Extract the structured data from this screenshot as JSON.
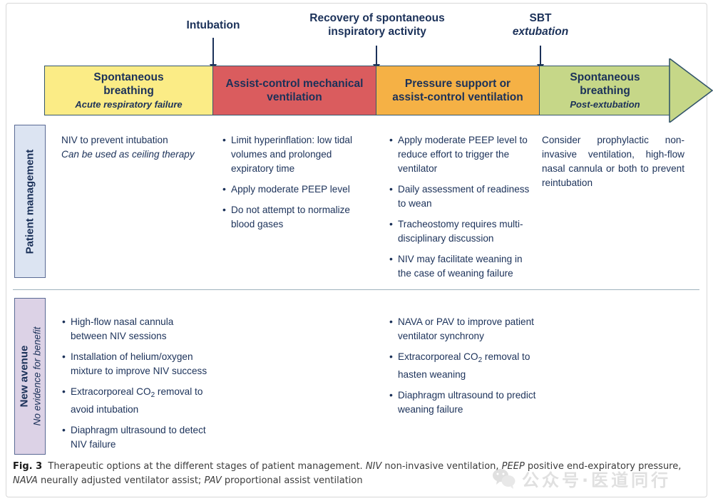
{
  "figure": {
    "id": "Fig. 3",
    "caption_main": "Therapeutic options at the different stages of patient management.",
    "abbrev_niv_term": "NIV",
    "abbrev_niv_def": "non-invasive ventilation,",
    "abbrev_peep_term": "PEEP",
    "abbrev_peep_def": "positive end-expiratory pressure,",
    "abbrev_nava_term": "NAVA",
    "abbrev_nava_def": "neurally adjusted ventilator assist;",
    "abbrev_pav_term": "PAV",
    "abbrev_pav_def": "proportional assist ventilation"
  },
  "watermark": {
    "text": "公众号·医道同行"
  },
  "markers": [
    {
      "id": "intubation",
      "label": "Intubation",
      "sub": ""
    },
    {
      "id": "recovery",
      "label": "Recovery of spontaneous",
      "label2": "inspiratory activity",
      "sub": ""
    },
    {
      "id": "sbt",
      "label": "SBT",
      "sub": "extubation"
    }
  ],
  "banner": {
    "segments": [
      {
        "id": "spontaneous-breathing-arf",
        "title": "Spontaneous",
        "title2": "breathing",
        "sub": "Acute respiratory failure",
        "color": "#fbec86"
      },
      {
        "id": "assist-control-mv",
        "title": "Assist-control mechanical",
        "title2": "ventilation",
        "sub": "",
        "color": "#da5c5e"
      },
      {
        "id": "pressure-support",
        "title": "Pressure support or",
        "title2": "assist-control ventilation",
        "sub": "",
        "color": "#f5b145"
      },
      {
        "id": "spontaneous-breathing-post",
        "title": "Spontaneous",
        "title2": "breathing",
        "sub": "Post-extubation",
        "color": "#c6d788"
      }
    ]
  },
  "rows": [
    {
      "id": "patient-management",
      "chip_title": "Patient management",
      "chip_sub": "",
      "chip_color": "#dce4f2",
      "columns": [
        {
          "id": "pm-col-1",
          "type": "plain",
          "lines": [
            {
              "text": "NIV to prevent intubation",
              "italic": false
            },
            {
              "text": "Can be used as ceiling therapy",
              "italic": true
            }
          ]
        },
        {
          "id": "pm-col-2",
          "type": "bullets",
          "items": [
            "Limit hyperinflation: low tidal volumes and prolonged expiratory time",
            "Apply moderate PEEP level",
            "Do not attempt to normalize blood gases"
          ]
        },
        {
          "id": "pm-col-3",
          "type": "bullets",
          "items": [
            "Apply moderate PEEP level to reduce effort to trigger the ventilator",
            "Daily assessment of readiness to wean",
            "Tracheostomy requires multi-disciplinary discussion",
            "NIV may facilitate weaning in the case of weaning failure"
          ]
        },
        {
          "id": "pm-col-4",
          "type": "plain",
          "lines": [
            {
              "text": "Consider prophylactic non-invasive ventilation, high-flow nasal cannula or both to prevent reintubation",
              "italic": false
            }
          ]
        }
      ]
    },
    {
      "id": "new-avenue",
      "chip_title": "New avenue",
      "chip_sub": "No evidence for benefit",
      "chip_color": "#dcd2e6",
      "columns": [
        {
          "id": "na-col-1",
          "type": "bullets-html",
          "items": [
            "High-flow nasal cannula between NIV sessions",
            "Installation of helium/oxygen mixture to improve NIV success",
            "Extracorporeal CO<sub class=\"sub2\">2</sub> removal to avoid intubation",
            "Diaphragm ultrasound to detect NIV failure"
          ]
        },
        {
          "id": "na-col-2",
          "type": "empty",
          "items": []
        },
        {
          "id": "na-col-3",
          "type": "bullets-html",
          "items": [
            "NAVA or PAV to improve patient ventilator synchrony",
            "Extracorporeal CO<sub class=\"sub2\">2</sub> removal to hasten weaning",
            "Diaphragm ultrasound to predict weaning failure"
          ]
        },
        {
          "id": "na-col-4",
          "type": "empty",
          "items": []
        }
      ]
    }
  ]
}
